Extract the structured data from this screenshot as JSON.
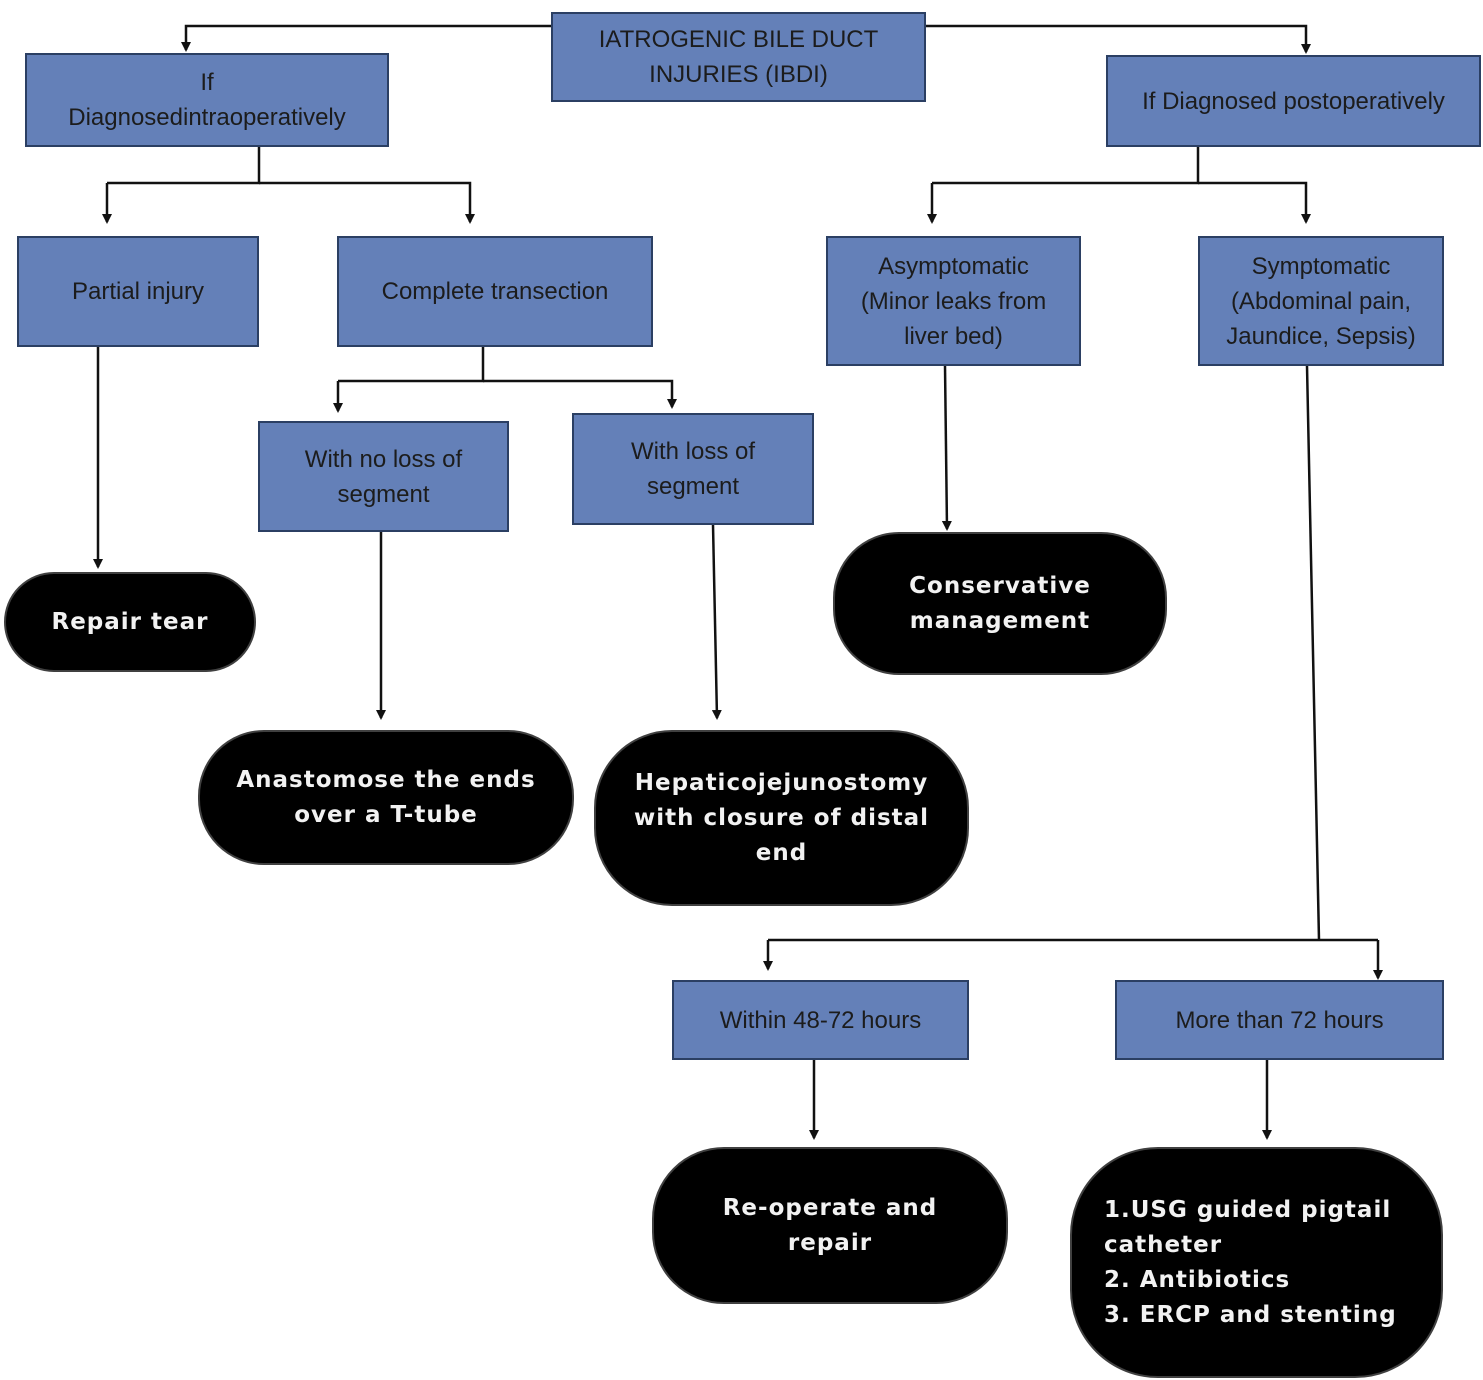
{
  "colors": {
    "box_fill": "#6480b8",
    "box_border": "#2b3f63",
    "outcome_fill": "#000000",
    "outcome_text": "#f2f2f2",
    "line": "#111111"
  },
  "nodes": {
    "root": [
      "IATROGENIC BILE DUCT",
      "INJURIES (IBDI)"
    ],
    "intraop": [
      "If",
      "Diagnosedintraoperatively"
    ],
    "postop": [
      "If Diagnosed postoperatively"
    ],
    "partial": [
      "Partial injury"
    ],
    "complete": [
      "Complete transection"
    ],
    "no_loss": [
      "With no loss of",
      "segment"
    ],
    "loss": [
      "With loss of",
      "segment"
    ],
    "asymptomatic": [
      "Asymptomatic",
      "(Minor leaks from",
      "liver bed)"
    ],
    "symptomatic": [
      "Symptomatic",
      "(Abdominal pain,",
      "Jaundice, Sepsis)"
    ],
    "within": [
      "Within 48-72 hours"
    ],
    "more_than": [
      "More than 72 hours"
    ]
  },
  "outcomes": {
    "repair_tear": [
      "Repair tear"
    ],
    "anastomose": [
      "Anastomose the ends",
      "over a T-tube"
    ],
    "hepatico": [
      "Hepaticojejunostomy",
      "with closure of distal",
      "end"
    ],
    "conservative": [
      "Conservative",
      "management"
    ],
    "reoperate": [
      "Re-operate and",
      "repair"
    ],
    "late_management": [
      "1.USG guided pigtail",
      "catheter",
      "2. Antibiotics",
      "3. ERCP and stenting"
    ]
  }
}
